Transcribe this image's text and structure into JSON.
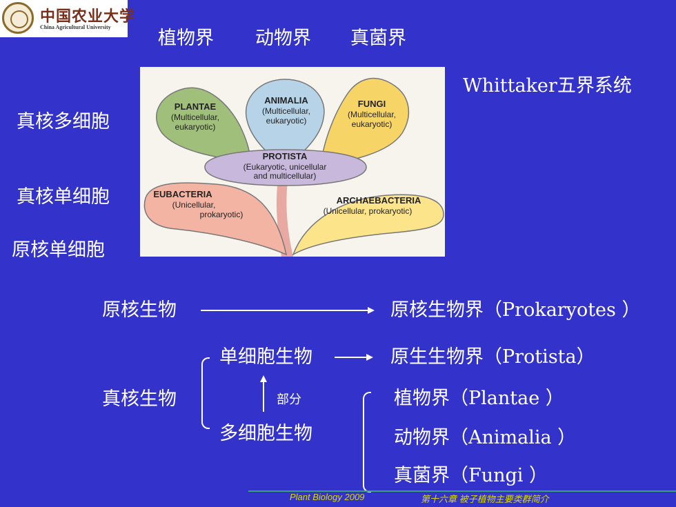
{
  "logo": {
    "cn": "中国农业大学",
    "en": "China Agricultural University"
  },
  "top_labels": [
    "植物界",
    "动物界",
    "真菌界"
  ],
  "system_title": "Whittaker五界系统",
  "left_labels": [
    "真核多细胞",
    "真核单细胞",
    "原核单细胞"
  ],
  "figure": {
    "plantae": {
      "name": "PLANTAE",
      "l1": "(Multicellular,",
      "l2": "eukaryotic)"
    },
    "animalia": {
      "name": "ANIMALIA",
      "l1": "(Multicellular,",
      "l2": "eukaryotic)"
    },
    "fungi": {
      "name": "FUNGI",
      "l1": "(Multicellular,",
      "l2": "eukaryotic)"
    },
    "protista": {
      "name": "PROTISTA",
      "l1": "(Eukaryotic, unicellular",
      "l2": "and multicellular)"
    },
    "eubacteria": {
      "name": "EUBACTERIA",
      "l1": "(Unicellular,",
      "l2": "prokaryotic)"
    },
    "archaebacteria": {
      "name": "ARCHAEBACTERIA",
      "l1": "(Unicellular, prokaryotic)"
    }
  },
  "diagram": {
    "prokaryote": "原核生物",
    "prokaryote_kingdom": "原核生物界（Prokaryotes ）",
    "eukaryote": "真核生物",
    "unicellular": "单细胞生物",
    "protista_kingdom": "原生生物界（Protista）",
    "part": "部分",
    "multicellular": "多细胞生物",
    "plantae_kingdom": "植物界（Plantae ）",
    "animalia_kingdom": "动物界（Animalia ）",
    "fungi_kingdom": "真菌界（Fungi ）"
  },
  "footer": {
    "course": "Plant Biology  2009",
    "chapter": "第十六章 被子植物主要类群简介"
  },
  "colors": {
    "background": "#3333cc",
    "footer_text": "#d9d900",
    "footer_line": "#3aa07a"
  }
}
